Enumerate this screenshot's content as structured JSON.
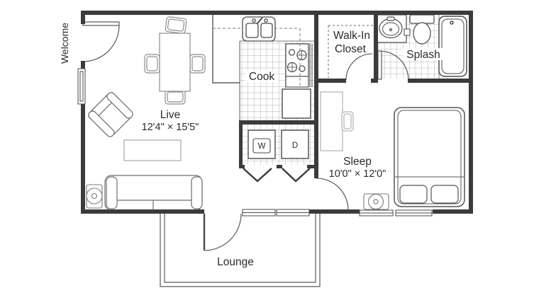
{
  "floorplan": {
    "entry": {
      "label": "Welcome"
    },
    "living": {
      "label": "Live",
      "dimensions": "12'4\" × 15'5\""
    },
    "kitchen": {
      "label": "Cook"
    },
    "closet": {
      "line1": "Walk-In",
      "line2": "Closet"
    },
    "bathroom": {
      "label": "Splash"
    },
    "bedroom": {
      "label": "Sleep",
      "dimensions": "10'0\" × 12'0\""
    },
    "patio": {
      "label": "Lounge"
    },
    "laundry": {
      "washer_label": "W",
      "dryer_label": "D"
    },
    "colors": {
      "wall": "#3b3b3b",
      "fixture_line": "#4a4a4a",
      "furniture_line": "#6e6e6e",
      "light_furniture_line": "#a8a8a8",
      "tile_line": "#b3b3b3",
      "text": "#2b2b2b",
      "background": "#ffffff"
    }
  }
}
